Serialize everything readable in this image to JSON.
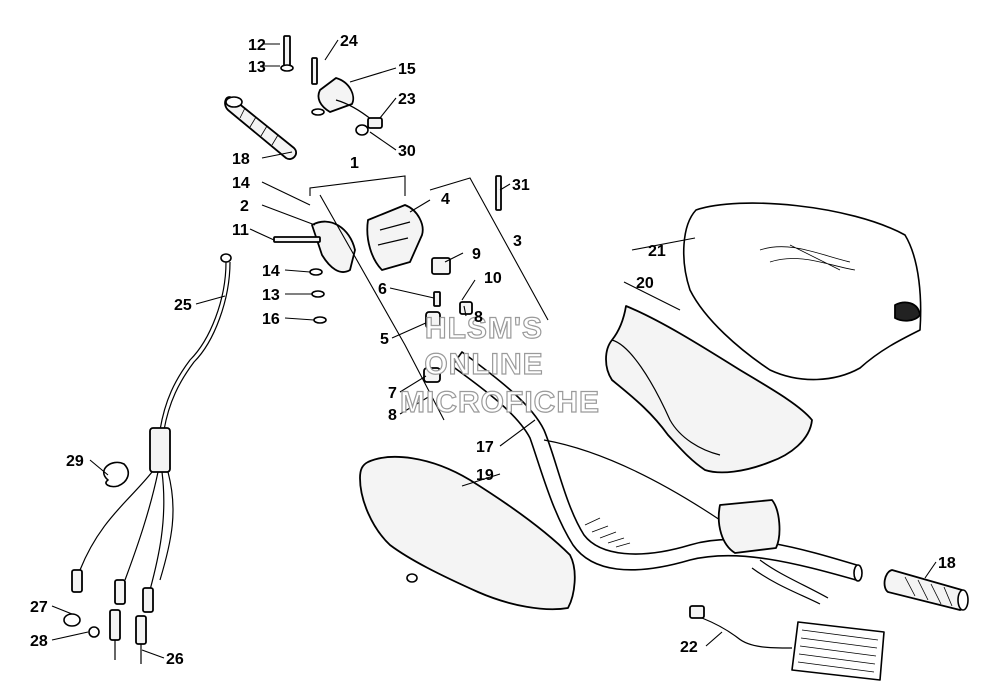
{
  "watermark": {
    "line1": "HLSM'S",
    "line2": "ONLINE",
    "line3": "MICROFICHE"
  },
  "callouts": {
    "c1": "1",
    "c2": "2",
    "c3": "3",
    "c4": "4",
    "c5": "5",
    "c6": "6",
    "c7": "7",
    "c8a": "8",
    "c8b": "8",
    "c9": "9",
    "c10": "10",
    "c11": "11",
    "c12": "12",
    "c13a": "13",
    "c13b": "13",
    "c14a": "14",
    "c14b": "14",
    "c15": "15",
    "c16": "16",
    "c17": "17",
    "c18a": "18",
    "c18b": "18",
    "c19": "19",
    "c20": "20",
    "c21": "21",
    "c22": "22",
    "c23": "23",
    "c24": "24",
    "c25": "25",
    "c26": "26",
    "c27": "27",
    "c28": "28",
    "c29": "29",
    "c30": "30",
    "c31": "31"
  }
}
